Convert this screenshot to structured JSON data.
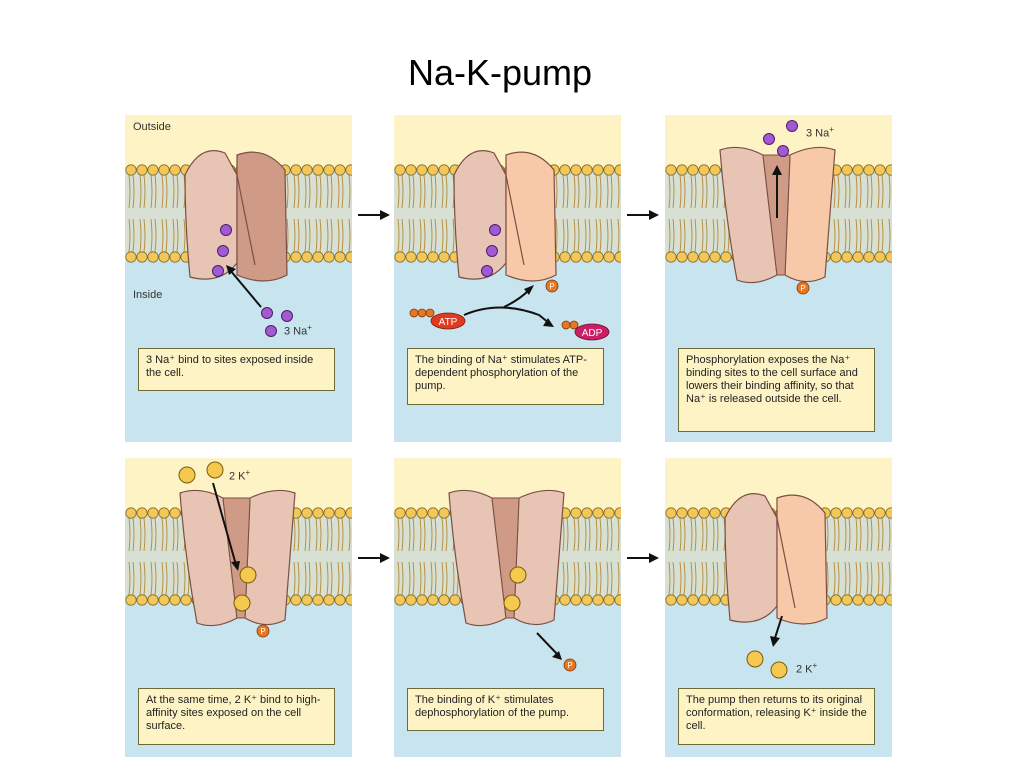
{
  "title": "Na-K-pump",
  "labels": {
    "outside": "Outside",
    "inside": "Inside",
    "na_plain": "3 Na",
    "k_plain": "2 K",
    "charge": "+",
    "atp": "ATP",
    "adp": "ADP",
    "phosphate": "P"
  },
  "captions": {
    "step1": "3 Na⁺ bind to sites exposed inside the cell.",
    "step2": "The binding of Na⁺ stimulates ATP-dependent phosphorylation of the pump.",
    "step3": "Phosphorylation exposes the Na⁺ binding sites to the cell surface and lowers their binding affinity, so that Na⁺ is released outside the cell.",
    "step4": "At the same time, 2 K⁺ bind to high-affinity sites exposed on the cell surface.",
    "step5": "The binding of K⁺ stimulates dephosphorylation of the pump.",
    "step6": "The pump then returns to its original conformation, releasing K⁺ inside the cell."
  },
  "colors": {
    "outside_bg": "#fdf3c4",
    "inside_bg": "#c8e4ee",
    "lipid_head": "#f2c85a",
    "protein_light": "#e8c4b4",
    "protein_dark": "#cf9a86",
    "protein_peach": "#f7c9a8",
    "sodium": "#a25ad4",
    "potassium": "#f5c84e",
    "phosphate": "#e87722",
    "atp": "#e03a20",
    "adp": "#cc1f63"
  }
}
